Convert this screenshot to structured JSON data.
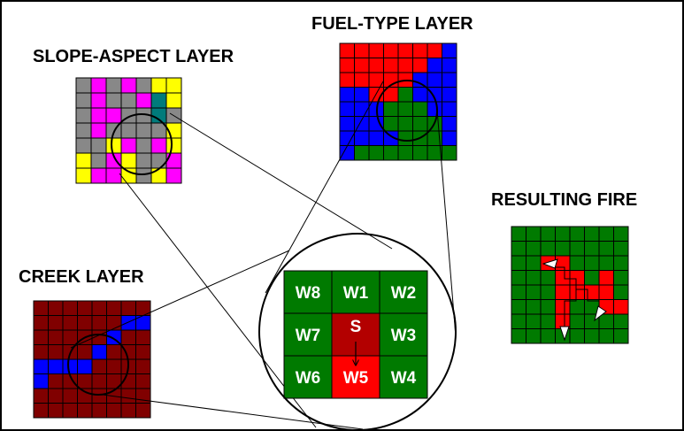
{
  "labels": {
    "slope": "SLOPE-ASPECT LAYER",
    "fuel": "FUEL-TYPE LAYER",
    "creek": "CREEK LAYER",
    "result": "RESULTING FIRE"
  },
  "colors": {
    "gray": "#888888",
    "magenta": "#ff00ff",
    "yellow": "#ffff00",
    "teal": "#007b7b",
    "red": "#ff0000",
    "blue": "#0000ff",
    "green": "#007a00",
    "maroon": "#800000",
    "dark_red": "#b30000",
    "white": "#ffffff"
  },
  "legend": {
    "S": "gray",
    "M": "magenta",
    "Y": "yellow",
    "T": "teal",
    "R": "red",
    "B": "blue",
    "G": "green",
    "K": "maroon"
  },
  "layers": {
    "slope": [
      "SMSMSYY",
      "SMSSMTY",
      "SMMSSTS",
      "SMSSSSY",
      "SSYMSMY",
      "YSMYSSM",
      "YMMYSYM"
    ],
    "fuel": [
      "RRRRRRRB",
      "RRRRRRBB",
      "RRRRRBBB",
      "BBRRGBBB",
      "BBBGGGBB",
      "BBBGGGGB",
      "BBBBGGGB",
      "BGGGGGGG"
    ],
    "creek": [
      "KKKKKKKK",
      "KKKKKKBB",
      "KKKKKBKK",
      "KKKKBKKK",
      "BBBBKKKK",
      "BKKKKKKK",
      "KKKKKKKK",
      "KKKKKKKK"
    ],
    "result": [
      "GGGGGGGG",
      "GGGGGGGG",
      "GGRRGGGG",
      "GGGRRGRG",
      "GGGRRRRG",
      "GGGRGGRR",
      "GGGRGGGG",
      "GGGGGGGG"
    ]
  },
  "neighborhood": {
    "cells": [
      [
        "W8",
        "W1",
        "W2"
      ],
      [
        "W7",
        "S",
        "W3"
      ],
      [
        "W6",
        "W5",
        "W4"
      ]
    ],
    "center_fill": "dark_red",
    "spread_target": "W5"
  }
}
